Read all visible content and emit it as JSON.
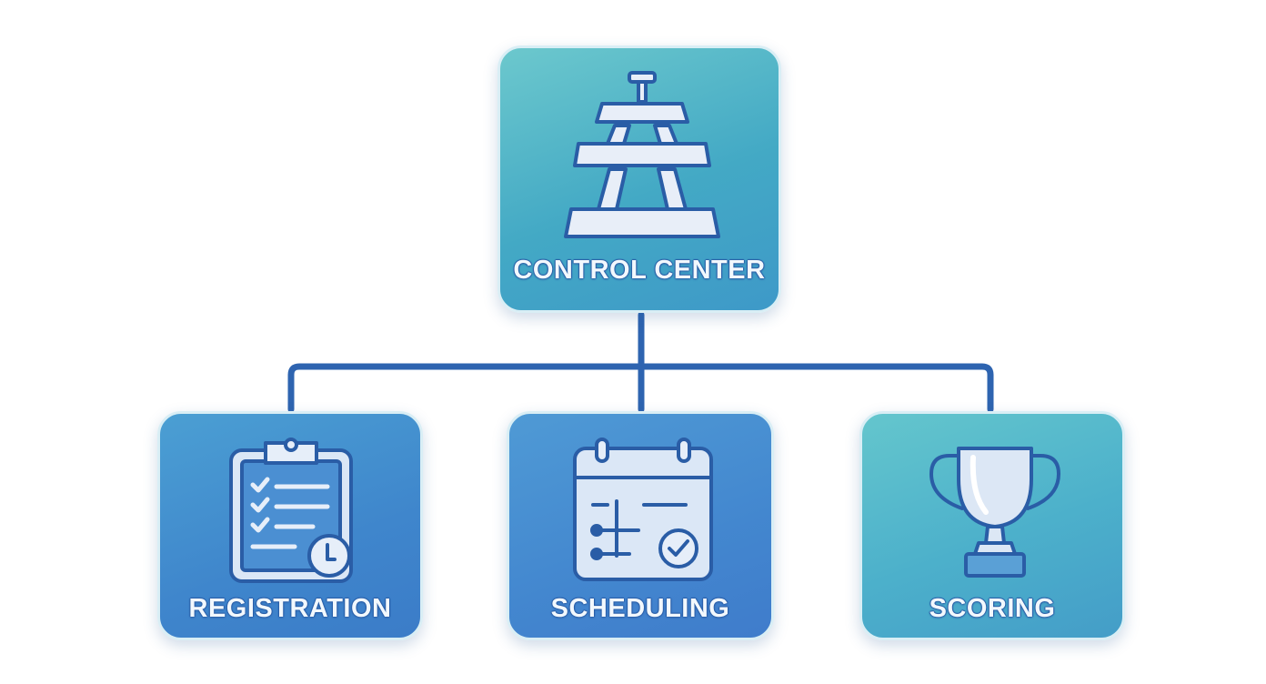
{
  "nodes": {
    "control_center": {
      "label": "CONTROL CENTER",
      "icon": "lifeguard-tower-icon"
    },
    "registration": {
      "label": "REGISTRATION",
      "icon": "clipboard-checklist-icon"
    },
    "scheduling": {
      "label": "SCHEDULING",
      "icon": "calendar-check-icon"
    },
    "scoring": {
      "label": "SCORING",
      "icon": "trophy-icon"
    }
  },
  "edges": [
    {
      "from": "control_center",
      "to": "registration"
    },
    {
      "from": "control_center",
      "to": "scheduling"
    },
    {
      "from": "control_center",
      "to": "scoring"
    }
  ],
  "colors": {
    "connector": "#2e64b0",
    "icon_stroke": "#2a5da6",
    "icon_fill": "#e6eef9",
    "label_text": "#f2f8fd"
  }
}
